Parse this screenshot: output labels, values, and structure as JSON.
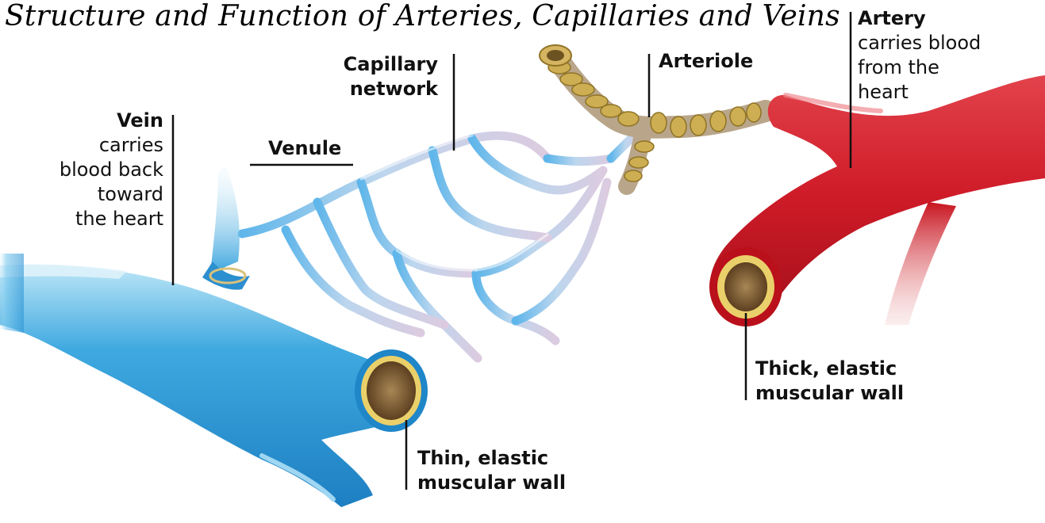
{
  "title": "Structure and Function of Arteries, Capillaries and Veins",
  "labels": {
    "vein": {
      "name": "Vein",
      "desc": [
        "carries",
        "blood back",
        "toward",
        "the heart"
      ]
    },
    "venule": "Venule",
    "capillary": [
      "Capillary",
      "network"
    ],
    "arteriole": "Arteriole",
    "artery": {
      "name": "Artery",
      "desc": [
        "carries blood",
        "from the",
        "heart"
      ]
    },
    "artery_wall": [
      "Thick, elastic",
      "muscular wall"
    ],
    "vein_wall": [
      "Thin, elastic",
      "muscular wall"
    ]
  },
  "colors": {
    "vein": "#2e9ad8",
    "vein_light": "#a9dcf3",
    "artery": "#d01d2a",
    "artery_dark": "#9e0f1a",
    "capillary_blue": "#7cc3ec",
    "capillary_violet": "#d8c9de",
    "wall_yellow": "#e7c93a",
    "lumen": "#8a6a3a"
  }
}
